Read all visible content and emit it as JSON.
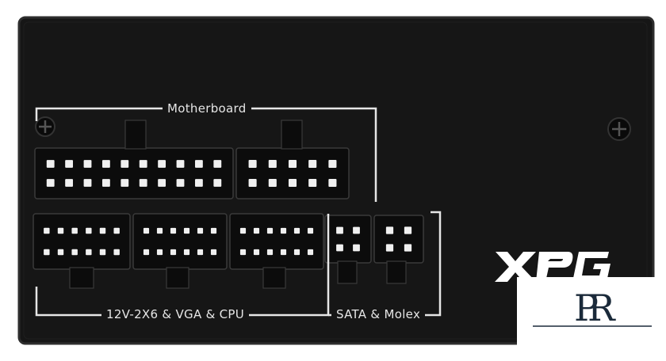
{
  "labels": {
    "motherboard": "Motherboard",
    "gpu_cpu": "12V-2X6 & VGA & CPU",
    "sata_molex": "SATA & Molex"
  },
  "logo_text": "XPG",
  "watermark_text": "PR",
  "colors": {
    "panel": "#161616",
    "border": "#2a2a2a",
    "bracket_lines": "#e6e6e6",
    "connector": "#0c0c0c",
    "pin_socket": "#ffffff",
    "logo": "#ffffff"
  }
}
